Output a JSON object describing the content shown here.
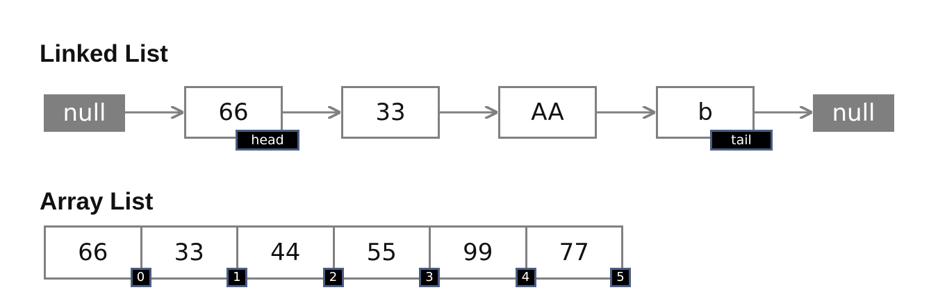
{
  "linked_list": {
    "title": "Linked List",
    "null_left": "null",
    "null_right": "null",
    "nodes": [
      "66",
      "33",
      "AA",
      "b"
    ],
    "head_label": "head",
    "tail_label": "tail"
  },
  "array_list": {
    "title": "Array List",
    "values": [
      "66",
      "33",
      "44",
      "55",
      "99",
      "77"
    ],
    "indices": [
      "0",
      "1",
      "2",
      "3",
      "4",
      "5"
    ]
  },
  "colors": {
    "null_fill": "#7f7f7f",
    "border": "#808080",
    "tag_fill": "#000000",
    "tag_border": "#4a5d84"
  }
}
